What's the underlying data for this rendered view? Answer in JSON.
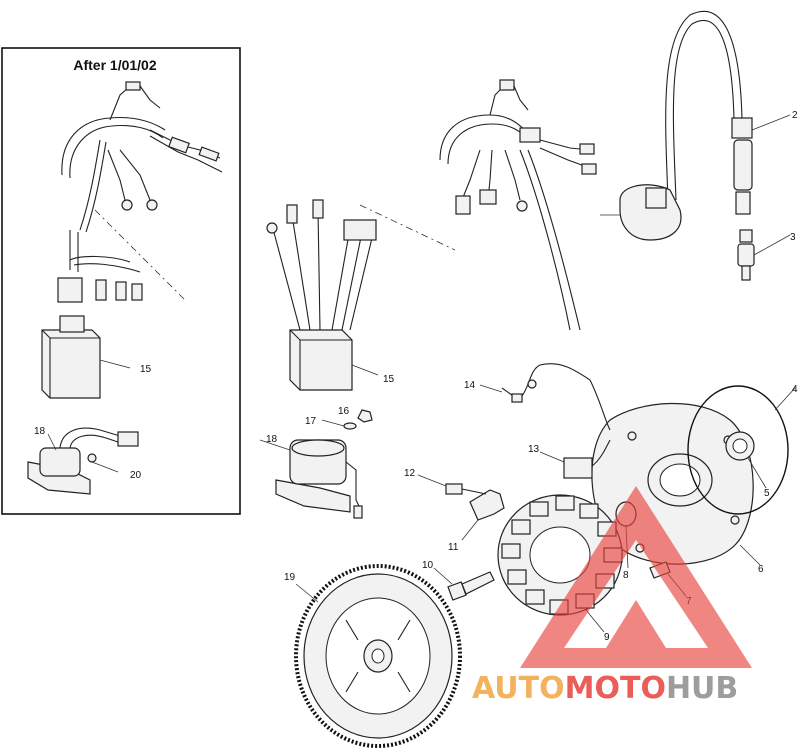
{
  "inset": {
    "title": "After 1/01/02"
  },
  "callouts": [
    {
      "id": "c15-inset",
      "label": "15"
    },
    {
      "id": "c18-inset",
      "label": "18"
    },
    {
      "id": "c20",
      "label": "20"
    },
    {
      "id": "c15",
      "label": "15"
    },
    {
      "id": "c16",
      "label": "16"
    },
    {
      "id": "c17",
      "label": "17"
    },
    {
      "id": "c18",
      "label": "18"
    },
    {
      "id": "c2",
      "label": "2"
    },
    {
      "id": "c3",
      "label": "3"
    },
    {
      "id": "c4",
      "label": "4"
    },
    {
      "id": "c5",
      "label": "5"
    },
    {
      "id": "c6",
      "label": "6"
    },
    {
      "id": "c7",
      "label": "7"
    },
    {
      "id": "c8",
      "label": "8"
    },
    {
      "id": "c9",
      "label": "9"
    },
    {
      "id": "c10",
      "label": "10"
    },
    {
      "id": "c11",
      "label": "11"
    },
    {
      "id": "c12",
      "label": "12"
    },
    {
      "id": "c13",
      "label": "13"
    },
    {
      "id": "c14",
      "label": "14"
    },
    {
      "id": "c19",
      "label": "19"
    }
  ],
  "watermark": {
    "part1": "AUTO",
    "part2": "MOTO",
    "part3": "HUB",
    "color_orange": "#f2a541",
    "color_red": "#e8413c",
    "color_gray": "#8c8c8c"
  }
}
